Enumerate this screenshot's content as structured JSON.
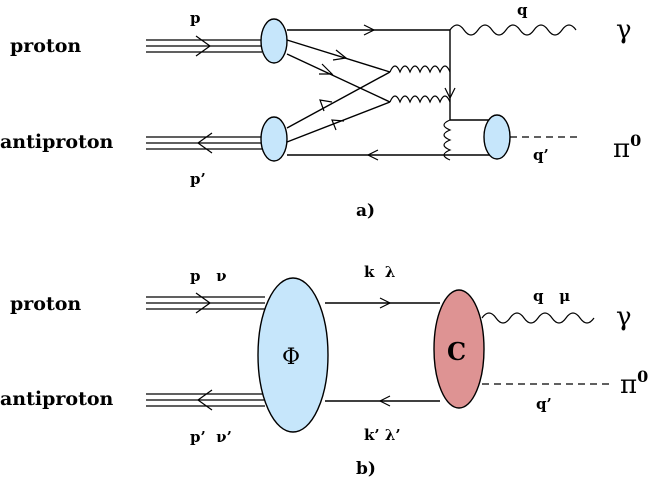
{
  "panel_a": {
    "caption": "a)",
    "proton_label": "proton",
    "antiproton_label": "antiproton",
    "p_label": "p",
    "p_prime_label": "p’",
    "q_label": "q",
    "q_prime_label": "q’",
    "gamma_label": "γ",
    "pion_label": "π",
    "pion_sup": "0"
  },
  "panel_b": {
    "caption": "b)",
    "proton_label": "proton",
    "antiproton_label": "antiproton",
    "p_nu_label": "p   ν",
    "p_prime_nu_label": "p’  ν’",
    "k_lambda_label": "k  λ",
    "k_prime_lambda_label": "k’ λ’",
    "q_mu_label": "q   μ",
    "q_prime_label": "q’",
    "phi_label": "Φ",
    "c_label": "C",
    "gamma_label": "γ",
    "pion_label": "π",
    "pion_sup": "0"
  },
  "colors": {
    "blob_blue": "#c6e6fb",
    "blob_red": "#de9393"
  }
}
